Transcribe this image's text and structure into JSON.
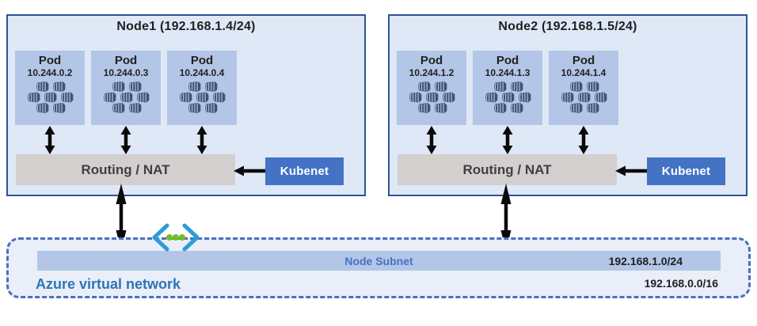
{
  "diagram": {
    "nodes": [
      {
        "title": "Node1 (192.168.1.4/24)",
        "pods": [
          {
            "label": "Pod",
            "ip": "10.244.0.2"
          },
          {
            "label": "Pod",
            "ip": "10.244.0.3"
          },
          {
            "label": "Pod",
            "ip": "10.244.0.4"
          }
        ],
        "routing_label": "Routing / NAT",
        "kubenet_label": "Kubenet"
      },
      {
        "title": "Node2 (192.168.1.5/24)",
        "pods": [
          {
            "label": "Pod",
            "ip": "10.244.1.2"
          },
          {
            "label": "Pod",
            "ip": "10.244.1.3"
          },
          {
            "label": "Pod",
            "ip": "10.244.1.4"
          }
        ],
        "routing_label": "Routing / NAT",
        "kubenet_label": "Kubenet"
      }
    ],
    "vnet": {
      "label": "Azure virtual network",
      "subnet_label": "Node Subnet",
      "subnet_cidr": "192.168.1.0/24",
      "vnet_cidr": "192.168.0.0/16"
    },
    "colors": {
      "node_fill": "#dfe8f6",
      "node_border": "#2e5395",
      "pod_fill": "#b3c6e7",
      "container_icon": "#3d5271",
      "routing_fill": "#d2cfce",
      "routing_text": "#3f3f3f",
      "kubenet_fill": "#4472c4",
      "vnet_fill": "#e9eef9",
      "vnet_border": "#4a6fbd",
      "subnet_bar_fill": "#b3c6e7",
      "subnet_text": "#4472c4",
      "vnet_label_text": "#2e75b6",
      "arrow": "#0a0a0a",
      "vnet_icon_bracket": "#2d9bd8",
      "vnet_icon_dot": "#77bc1f"
    }
  }
}
